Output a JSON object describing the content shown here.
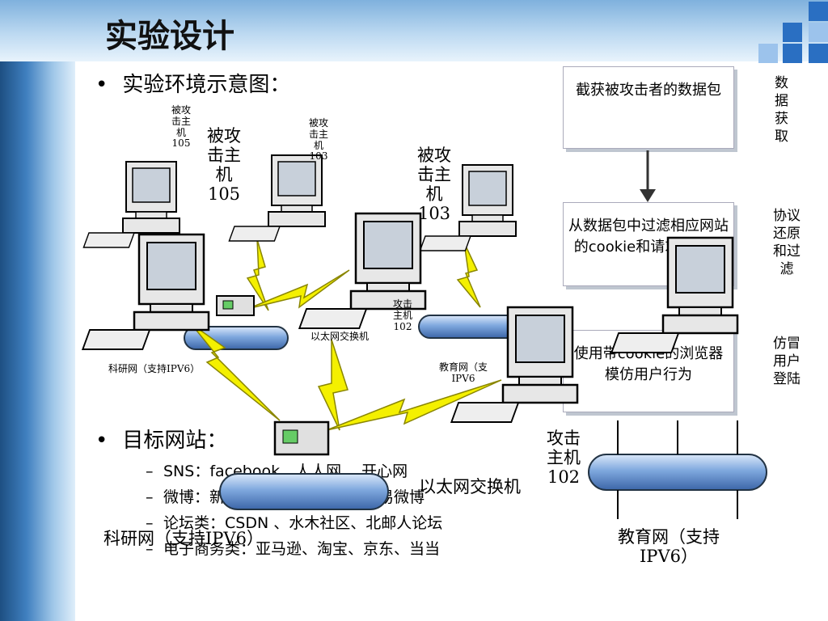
{
  "slide": {
    "title": "实验设计",
    "bullet1": "实验环境示意图：",
    "bullet2": "目标网站：",
    "sub_items": [
      "SNS：facebook、人人网 、开心网",
      "微博：新浪微博、腾讯微博、网易微博",
      "论坛类：CSDN 、水木社区、北邮人论坛",
      "电子商务类：亚马逊、淘宝、京东、当当"
    ]
  },
  "flow": {
    "box1": "截获被攻击者的数据包",
    "box2": "从数据包中过滤相应网站的cookie和请求包消息",
    "box3": "使用带cookie的浏览器模仿用户行为",
    "side1": "数\n据\n获\n取",
    "side2": "协议\n还原\n和过\n滤",
    "side3": "仿冒\n用户\n登陆"
  },
  "diagram_small": {
    "victim105": "被攻\n击主\n机\n105",
    "victim103": "被攻\n击主\n机\n103",
    "attacker": "攻击\n主机\n102",
    "switch": "以太网交换机",
    "keyan": "科研网（支持IPV6）",
    "jiaoyu": "教育网（支\nIPV6"
  },
  "diagram_large": {
    "victim105": "被攻\n击主\n机\n105",
    "victim103": "被攻\n击主\n机\n103",
    "attacker": "攻击\n主机\n102",
    "switch": "以太网交换机",
    "keyan": "科研网（支持IPV6）",
    "jiaoyu": "教育网（支持\nIPV6）"
  }
}
